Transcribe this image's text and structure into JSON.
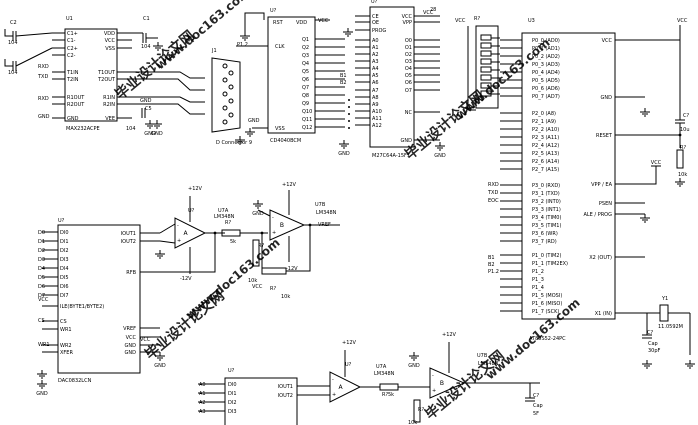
{
  "chips": {
    "max232": {
      "ref": "U1",
      "part": "MAX232ACPE",
      "left": [
        "C1+",
        "C1-",
        "C2+",
        "C2-",
        "T1IN",
        "T2IN",
        "R1OUT",
        "R2OUT",
        "GND"
      ],
      "right": [
        "VDD",
        "VCC",
        "VSS",
        "",
        "T1OUT",
        "T2OUT",
        "R1IN",
        "R2IN",
        "VEE"
      ]
    },
    "cd4040": {
      "ref": "U?",
      "part": "CD4040BCM",
      "top": [
        "RST",
        "VDD"
      ],
      "left": [
        "CLK",
        "VSS"
      ],
      "right": [
        "Q1",
        "Q2",
        "Q3",
        "Q4",
        "Q5",
        "Q6",
        "Q7",
        "Q8",
        "Q9",
        "Q10",
        "Q11",
        "Q12"
      ]
    },
    "eprom": {
      "ref": "U?",
      "part": "M27C64A-15F1",
      "left": [
        "CE",
        "OE",
        "PROG",
        "A0",
        "A1",
        "A2",
        "A3",
        "A4",
        "A5",
        "A6",
        "A7",
        "A8",
        "A9",
        "A10",
        "A11",
        "A12"
      ],
      "right": [
        "VCC",
        "VPP",
        "",
        "O0",
        "O1",
        "O2",
        "O3",
        "O4",
        "O5",
        "O6",
        "O7",
        "",
        "NC",
        "",
        "GND"
      ]
    },
    "at89": {
      "ref": "U3",
      "part": "AT89S52-24PC",
      "left": [
        "P0_0 (AD0)",
        "P0_1 (AD1)",
        "P0_2 (AD2)",
        "P0_3 (AD3)",
        "P0_4 (AD4)",
        "P0_5 (AD5)",
        "P0_6 (AD6)",
        "P0_7 (AD7)",
        "P2_0 (A8)",
        "P2_1 (A9)",
        "P2_2 (A10)",
        "P2_3 (A11)",
        "P2_4 (A12)",
        "P2_5 (A13)",
        "P2_6 (A14)",
        "P2_7 (A15)",
        "P3_0 (RXD)",
        "P3_1 (TXD)",
        "P3_2 (INT0)",
        "P3_3 (INT1)",
        "P3_4 (TIM0)",
        "P3_5 (TIM1)",
        "P3_6 (WR)",
        "P3_7 (RD)",
        "P1_0 (TIM2)",
        "P1_1 (TIM2EX)",
        "P1_2",
        "P1_3",
        "P1_4",
        "P1_5 (MOSI)",
        "P1_6 (MISO)",
        "P1_7 (SCK)"
      ],
      "right": [
        "VCC",
        "GND",
        "RESET",
        "VPP / EA",
        "PSEN",
        "ALE / PROG",
        "X2 (OUT)",
        "X1 (IN)"
      ]
    },
    "dac1": {
      "ref": "U?",
      "part": "DAC0832LCN",
      "left": [
        "DI0",
        "DI1",
        "DI2",
        "DI3",
        "DI4",
        "DI5",
        "DI6",
        "DI7",
        "ILE(BYTE1/BYTE2)",
        "CS",
        "WR1",
        "WR2",
        "XFER"
      ],
      "right": [
        "IOUT1",
        "IOUT2",
        "RFB",
        "VREF",
        "VCC",
        "GND",
        "GND"
      ]
    },
    "dac2": {
      "ref": "U?",
      "left": [
        "DI0",
        "DI1",
        "DI2",
        "DI3"
      ],
      "right": [
        "IOUT1",
        "IOUT2"
      ]
    }
  },
  "connector": {
    "ref": "J1",
    "name": "D Connector 9"
  },
  "resnet": {
    "ref": "R?",
    "vcc": "VCC"
  },
  "opamps": [
    {
      "ref": "U?",
      "sym": "A",
      "vp": "+12V",
      "vn": "-12V"
    },
    {
      "ref": "U7A",
      "part": "LM348N",
      "sym": "B"
    },
    {
      "ref": "U7B",
      "part": "LM348N",
      "sym": "B",
      "vp": "+12V",
      "vn": "-12V",
      "out": "VREF"
    },
    {
      "ref": "U?",
      "sym": "A",
      "vp": "+12V"
    },
    {
      "ref": "U7A",
      "part": "LM348N",
      "sym": "B"
    },
    {
      "ref": "U7B",
      "part": "LM348N",
      "sym": "B",
      "vp": "+12V"
    }
  ],
  "components": {
    "r1": "R?",
    "r1v": "5k",
    "r2": "R?",
    "r2v": "10k",
    "r3": "R?",
    "r3v": "10k",
    "r4": "R?",
    "r4v": "5k",
    "r5": "R?",
    "r5v": "10k",
    "c1": "C1",
    "c1v": "104",
    "c2": "C2",
    "c2v": "104",
    "c3": "C3",
    "c3v": "104",
    "c5": "C5",
    "c5v": "104",
    "cr": "C?",
    "crv": "10u",
    "rr": "R?",
    "rrv": "10k",
    "xt": "Y1",
    "xtv": "11.0592M",
    "cx1": "C?",
    "cx1v": "Cap 30pF",
    "cx2": "C?",
    "cx2v": "Cap 30pF",
    "c7": "C?",
    "c7v": "Cap 5F"
  },
  "nets": {
    "vcc": "VCC",
    "gnd": "GND",
    "p12": "+12V",
    "m12": "-12V",
    "rxd": "RXD",
    "txd": "TXD",
    "eoc": "EOC",
    "p12n": "P1.2",
    "b1": "B1",
    "b2": "B2",
    "a0": "A0",
    "a1": "A1",
    "a2": "A2",
    "a3": "A3",
    "d0": "D0",
    "d1": "D1",
    "d2": "D2",
    "d3": "D3",
    "d4": "D4",
    "d5": "D5",
    "d6": "D6",
    "d7": "D7",
    "cs": "CS",
    "wr1": "WR1",
    "wr2": "WR2",
    "num28": "28"
  },
  "watermarks": [
    "毕业设计论文网",
    "www.doc163.com"
  ]
}
